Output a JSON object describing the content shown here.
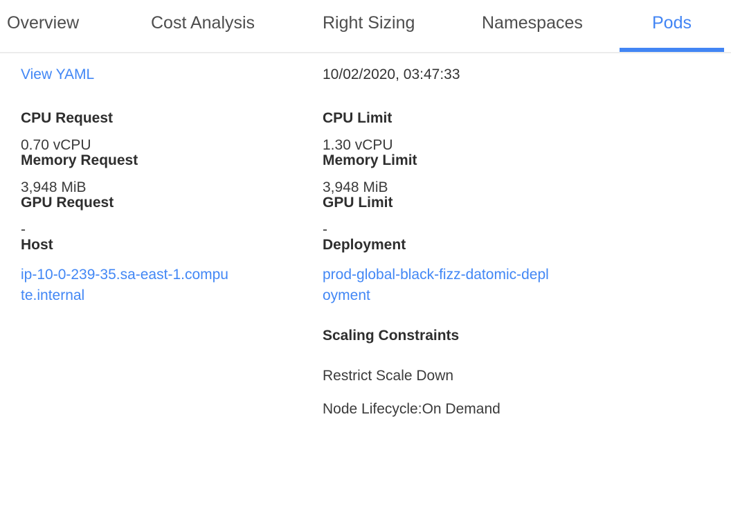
{
  "colors": {
    "accent_blue": "#4285f4",
    "link_blue": "#4287f5",
    "tab_text": "#4d4d4d",
    "label_text": "#2e2e2e",
    "value_text": "#3b3b3b",
    "divider": "#ececec"
  },
  "tab_bar": {
    "tabs": [
      {
        "label": "Overview",
        "active": false
      },
      {
        "label": "Cost Analysis",
        "active": false
      },
      {
        "label": "Right Sizing",
        "active": false
      },
      {
        "label": "Namespaces",
        "active": false
      },
      {
        "label": "Pods",
        "active": true
      }
    ]
  },
  "detail": {
    "view_yaml_link": "View YAML",
    "timestamp": "10/02/2020, 03:47:33",
    "fields": {
      "left": [
        {
          "label": "CPU Request",
          "value": "0.70 vCPU"
        },
        {
          "label": "Memory Request",
          "value": "3,948 MiB"
        },
        {
          "label": "GPU Request",
          "value": "-"
        },
        {
          "label": "Host",
          "value": "ip-10-0-239-35.sa-east-1.compute.internal"
        }
      ],
      "right": [
        {
          "label": "CPU Limit",
          "value": "1.30 vCPU"
        },
        {
          "label": "Memory Limit",
          "value": "3,948 MiB"
        },
        {
          "label": "GPU Limit",
          "value": "-"
        },
        {
          "label": "Deployment",
          "value": "prod-global-black-fizz-datomic-deployment"
        }
      ]
    },
    "scaling_constraints": {
      "label": "Scaling Constraints",
      "items": [
        "Restrict Scale Down",
        "Node Lifecycle:On Demand"
      ]
    }
  }
}
